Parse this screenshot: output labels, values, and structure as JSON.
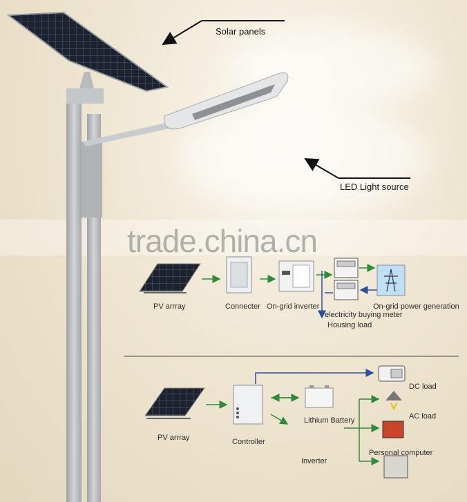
{
  "labels": {
    "solar_panels": "Solar panels",
    "led_light_source": "LED Light source",
    "watermark": "trade.china.cn"
  },
  "grid_diagram": {
    "pv_array": "PV arrray",
    "connecter": "Connecter",
    "on_grid_inverter": "On-grid inverter",
    "on_grid_power_generation": "On-grid  power generation",
    "electricity_buying_meter": "electricity buying meter",
    "housing_load": "Housing load"
  },
  "offgrid_diagram": {
    "pv_array": "PV arrray",
    "controller": "Controller",
    "lithium_battery": "Lithium Battery",
    "inverter": "Inverter",
    "dc_load": "DC load",
    "ac_load": "AC load",
    "personal_computer": "Personal computer"
  },
  "colors": {
    "flow_arrow_green": "#2e8b3a",
    "flow_arrow_blue": "#2c4f9e",
    "pole_gray": "#b9bcbf",
    "panel_dark": "#1c1f26"
  }
}
